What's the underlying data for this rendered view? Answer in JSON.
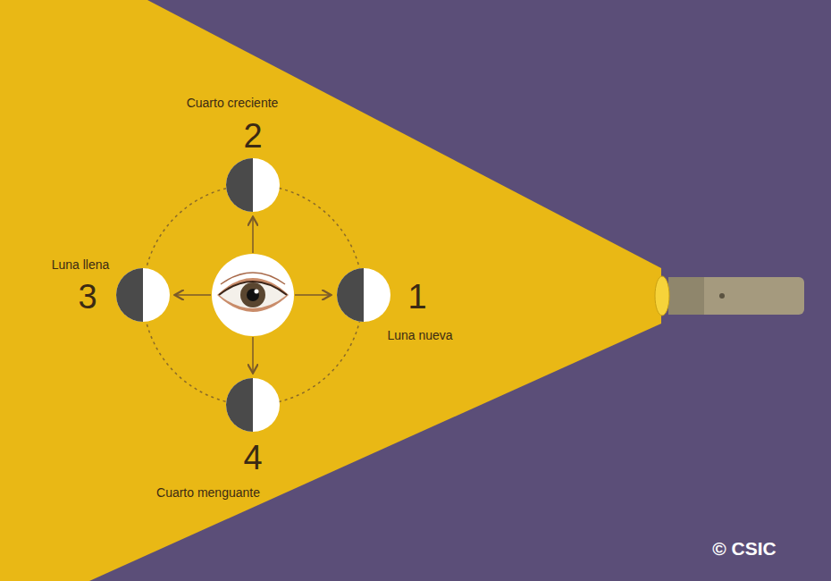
{
  "diagram": {
    "labels": [
      "Cuarto creciente",
      "2",
      "Luna llena",
      "3",
      "1",
      "Luna nueva",
      "4",
      "Cuarto menguante",
      "© CSIC"
    ]
  }
}
